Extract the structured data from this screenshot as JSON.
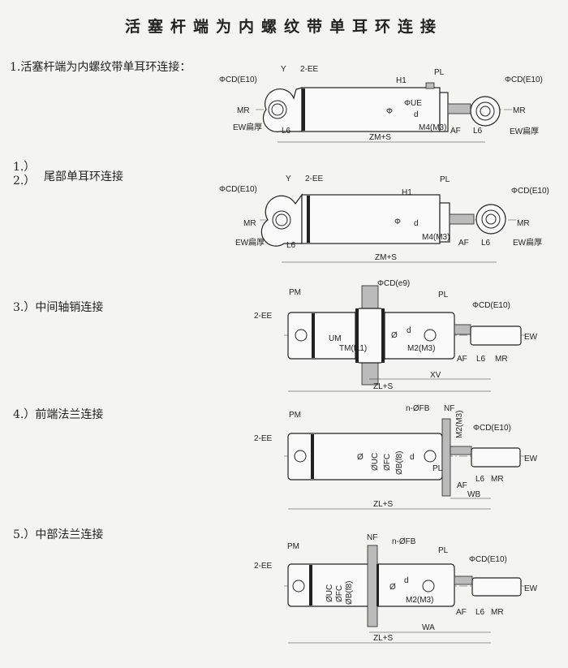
{
  "title": "活塞杆端为内螺纹带单耳环连接",
  "sections": [
    {
      "heading": "1.活塞杆端为内螺纹带单耳环连接：",
      "labels": [
        "ΦCD(E10)",
        "Y",
        "2-EE",
        "H1",
        "PL",
        "ΦCD(E10)",
        "Φ",
        "ΦUE",
        "d",
        "M4(M3)",
        "MR",
        "EW扁厚",
        "L6",
        "AF",
        "L6",
        "MR",
        "EW扁厚",
        "ZM+S"
      ]
    },
    {
      "num1": "1.）",
      "num2": "2.）",
      "heading": "尾部单耳环连接",
      "labels": [
        "ΦCD(E10)",
        "Y",
        "2-EE",
        "H1",
        "PL",
        "ΦCD(E10)",
        "Φ",
        "d",
        "M4(M3)",
        "MR",
        "EW扁厚",
        "L6",
        "AF",
        "L6",
        "MR",
        "EW扁厚",
        "ZM+S"
      ]
    },
    {
      "heading": "3.）中间轴销连接",
      "labels": [
        "PM",
        "ΦCD(e9)",
        "PL",
        "2-EE",
        "ΦCD(E10)",
        "UM",
        "TM(f11)",
        "Ø",
        "d",
        "M2(M3)",
        "EW",
        "AF",
        "L6",
        "MR",
        "XV",
        "ZL+S"
      ]
    },
    {
      "heading": "4.）前端法兰连接",
      "labels": [
        "PM",
        "n-ØFB",
        "NF",
        "M2(M3)",
        "ΦCD(E10)",
        "2-EE",
        "Ø",
        "ØUC",
        "ØFC",
        "ØB(f8)",
        "d",
        "PL",
        "EW",
        "AF",
        "L6",
        "MR",
        "WB",
        "ZL+S"
      ]
    },
    {
      "heading": "5.）中部法兰连接",
      "labels": [
        "NF",
        "n-ØFB",
        "PM",
        "PL",
        "ΦCD(E10)",
        "2-EE",
        "ØUC",
        "ØFC",
        "ØB(f8)",
        "Ø",
        "d",
        "M2(M3)",
        "EW",
        "AF",
        "L6",
        "MR",
        "WA",
        "ZL+S"
      ]
    }
  ]
}
